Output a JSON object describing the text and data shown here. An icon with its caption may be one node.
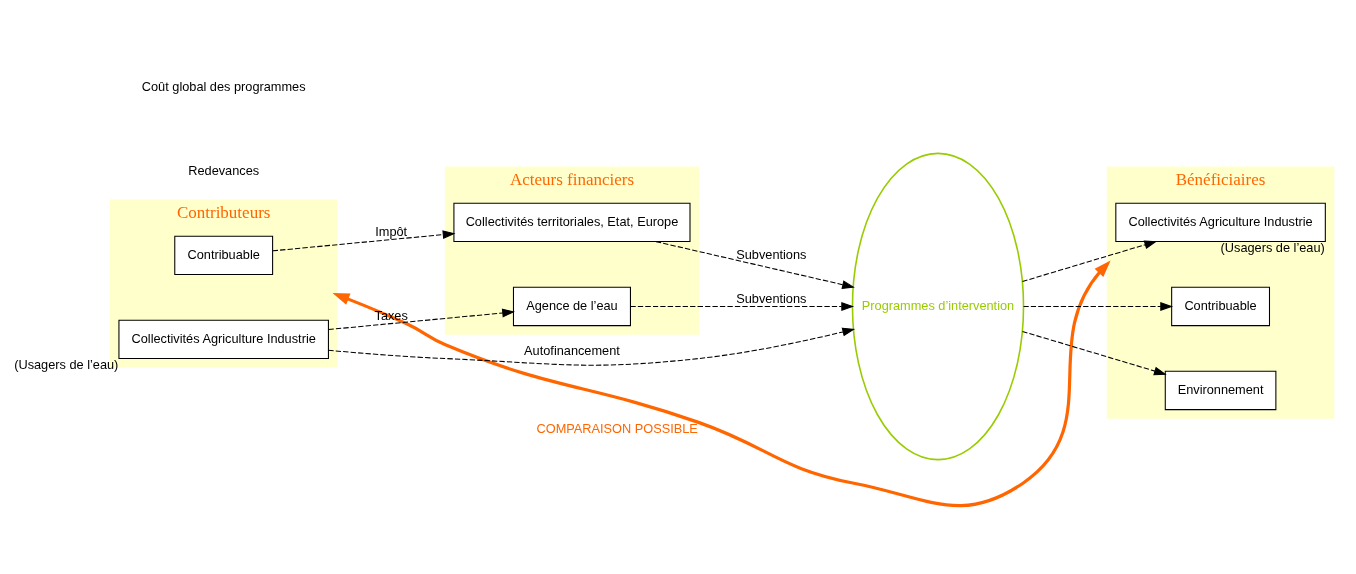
{
  "diagram": {
    "nodes": [
      {
        "text": [
          "Contributeurs"
        ]
      },
      {
        "text": [
          "Contribuable"
        ],
        "in": 0
      },
      {
        "text": [
          "Collectivités Agriculture Industrie"
        ],
        "in": 0,
        "beside": [
          "(Usagers de l’eau)"
        ]
      },
      {
        "text": [
          "Acteurs financiers"
        ]
      },
      {
        "text": [
          "Collectivités territoriales, Etat, Europe"
        ],
        "in": 3
      },
      {
        "text": [
          "Agence de l’eau"
        ],
        "in": 3
      },
      {
        "text": [
          "Programmes d’intervention"
        ]
      },
      {
        "text": [
          "Bénéficiaires"
        ]
      },
      {
        "text": [
          "Collectivités Agriculture Industrie"
        ],
        "in": 7,
        "beside": [
          "(Usagers de l’eau)"
        ]
      },
      {
        "text": [
          "Contribuable"
        ],
        "in": 7
      },
      {
        "text": [
          "Environnement"
        ],
        "in": 7
      }
    ],
    "edges": [
      {
        "from": 1,
        "to": 4,
        "arrow": "to",
        "label": "Impôt",
        "style": "dashed"
      },
      {
        "from": 2,
        "to": 5,
        "arrow": "to",
        "label": "Taxes",
        "style": "dashed"
      },
      {
        "from": 4,
        "to": 6,
        "arrow": "to",
        "label": "Subventions",
        "style": "dashed"
      },
      {
        "from": 5,
        "to": 6,
        "arrow": "to",
        "label": "Subventions",
        "style": "dashed"
      },
      {
        "from": 2,
        "to": 6,
        "arrow": "to",
        "label": "Autofinancement",
        "style": "dashed"
      },
      {
        "from": 6,
        "to": 8,
        "arrow": "to",
        "style": "dashed"
      },
      {
        "from": 6,
        "to": 9,
        "arrow": "to",
        "style": "dashed"
      },
      {
        "from": 6,
        "to": 10,
        "arrow": "to",
        "style": "dashed"
      },
      {
        "from": 0,
        "to": 7,
        "arrow": "both",
        "label": "COMPARAISON POSSIBLE",
        "style": "thick",
        "color": "#ff6600"
      }
    ],
    "labels": [
      "Redevances",
      "Coût global des programmes"
    ]
  }
}
